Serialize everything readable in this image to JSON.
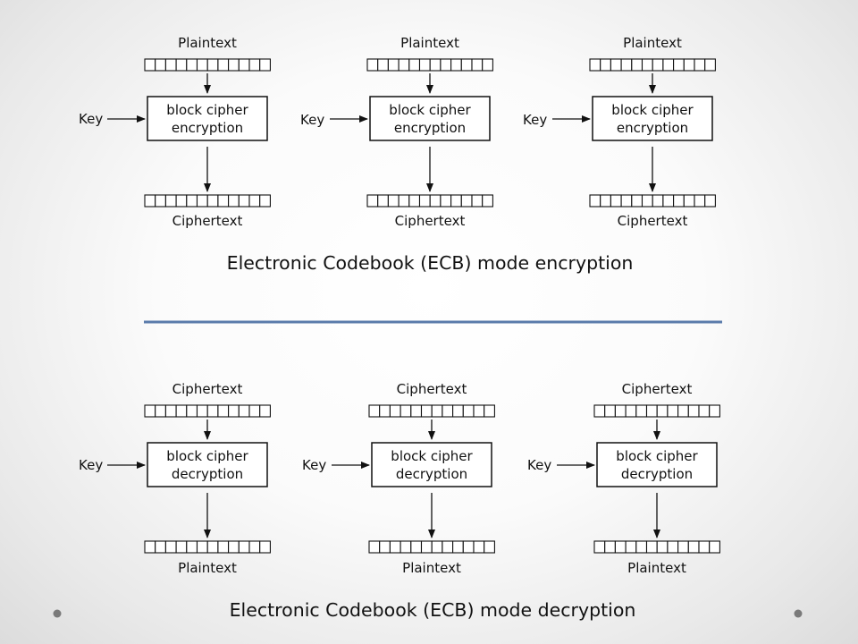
{
  "sections": [
    {
      "caption": "Electronic Codebook (ECB) mode encryption",
      "blocks": [
        {
          "input_label": "Plaintext",
          "key_label": "Key",
          "box_line1": "block cipher",
          "box_line2": "encryption",
          "output_label": "Ciphertext"
        },
        {
          "input_label": "Plaintext",
          "key_label": "Key",
          "box_line1": "block cipher",
          "box_line2": "encryption",
          "output_label": "Ciphertext"
        },
        {
          "input_label": "Plaintext",
          "key_label": "Key",
          "box_line1": "block cipher",
          "box_line2": "encryption",
          "output_label": "Ciphertext"
        }
      ]
    },
    {
      "caption": "Electronic Codebook (ECB) mode decryption",
      "blocks": [
        {
          "input_label": "Ciphertext",
          "key_label": "Key",
          "box_line1": "block cipher",
          "box_line2": "decryption",
          "output_label": "Plaintext"
        },
        {
          "input_label": "Ciphertext",
          "key_label": "Key",
          "box_line1": "block cipher",
          "box_line2": "decryption",
          "output_label": "Plaintext"
        },
        {
          "input_label": "Ciphertext",
          "key_label": "Key",
          "box_line1": "block cipher",
          "box_line2": "decryption",
          "output_label": "Plaintext"
        }
      ]
    }
  ],
  "colors": {
    "divider": "#5a7bab",
    "ink": "#111111",
    "nav_dot": "#7a7a7a"
  },
  "bit_cells_per_block": 12,
  "icons": [
    "nav-dot-icon",
    "arrow-icon"
  ]
}
